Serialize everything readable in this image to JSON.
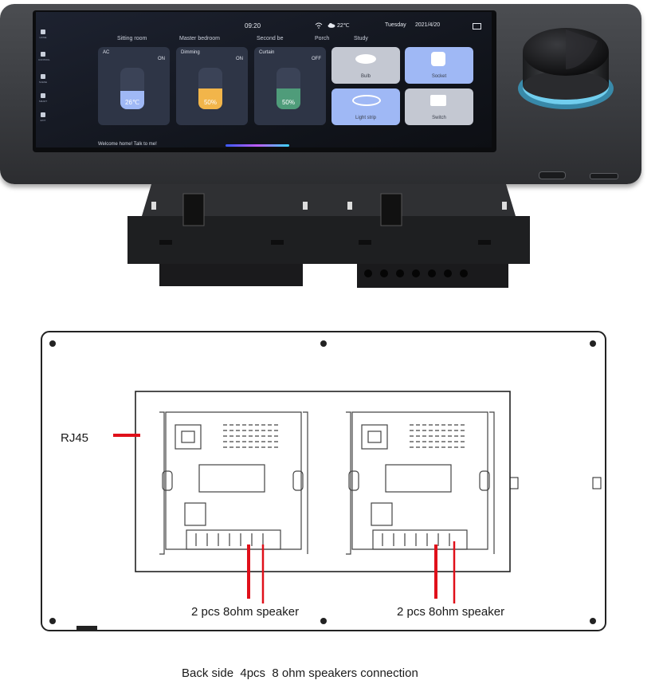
{
  "device": {
    "screen": {
      "time": "09:20",
      "temperature": "22℃",
      "day": "Tuesday",
      "date": "2021/4/20",
      "rail_items": [
        "HOME",
        "CONTROL",
        "SCENE",
        "SMART",
        "EXIT"
      ],
      "rooms": [
        "Sitting room",
        "Master bedroom",
        "Second be",
        "Porch",
        "Study"
      ],
      "tiles": [
        {
          "name": "AC",
          "state": "ON",
          "value": "26℃",
          "color": "#9fb8f5"
        },
        {
          "name": "Dimming",
          "state": "ON",
          "value": "50%",
          "color": "#f2b54a"
        },
        {
          "name": "Curtain",
          "state": "OFF",
          "value": "50%",
          "color": "#4f9c7a"
        }
      ],
      "switches": [
        "Bulb",
        "Socket",
        "Light strip",
        "Switch"
      ],
      "welcome": "Welcome home! Talk to me!"
    },
    "knob_ring_color": "#36c8ff"
  },
  "diagram": {
    "rj45_label": "RJ45",
    "speaker_left": "2 pcs 8ohm speaker",
    "speaker_right": "2 pcs 8ohm speaker",
    "caption": "Back side  4pcs  8 ohm speakers connection",
    "wire_color": "#e0101a"
  }
}
